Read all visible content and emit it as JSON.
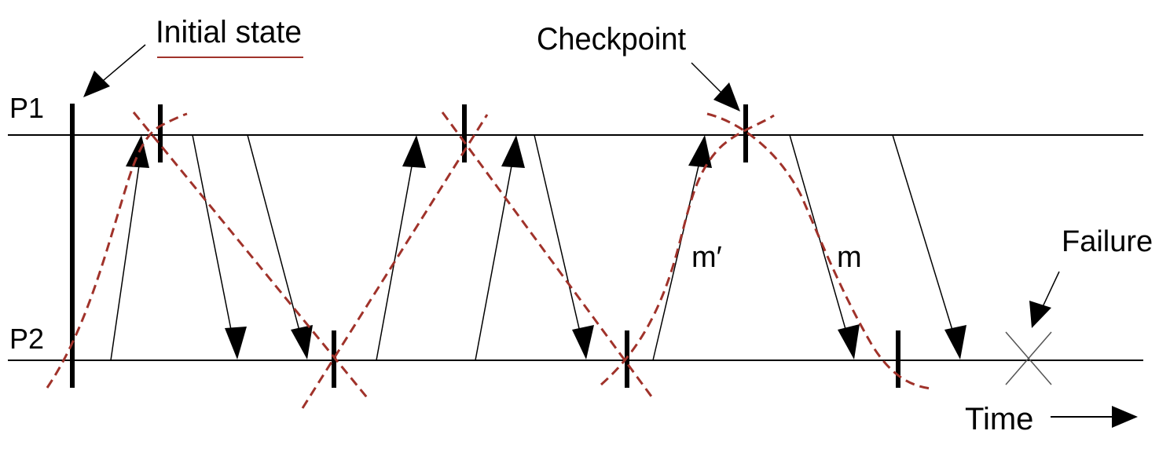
{
  "labels": {
    "initial_state": "Initial state",
    "checkpoint": "Checkpoint",
    "p1": "P1",
    "p2": "P2",
    "m_prime": "m′",
    "m": "m",
    "failure": "Failure",
    "time": "Time"
  },
  "colors": {
    "line": "#000000",
    "dashed": "#a0322a",
    "underline": "#a0322a",
    "failure_cross": "#555555"
  }
}
